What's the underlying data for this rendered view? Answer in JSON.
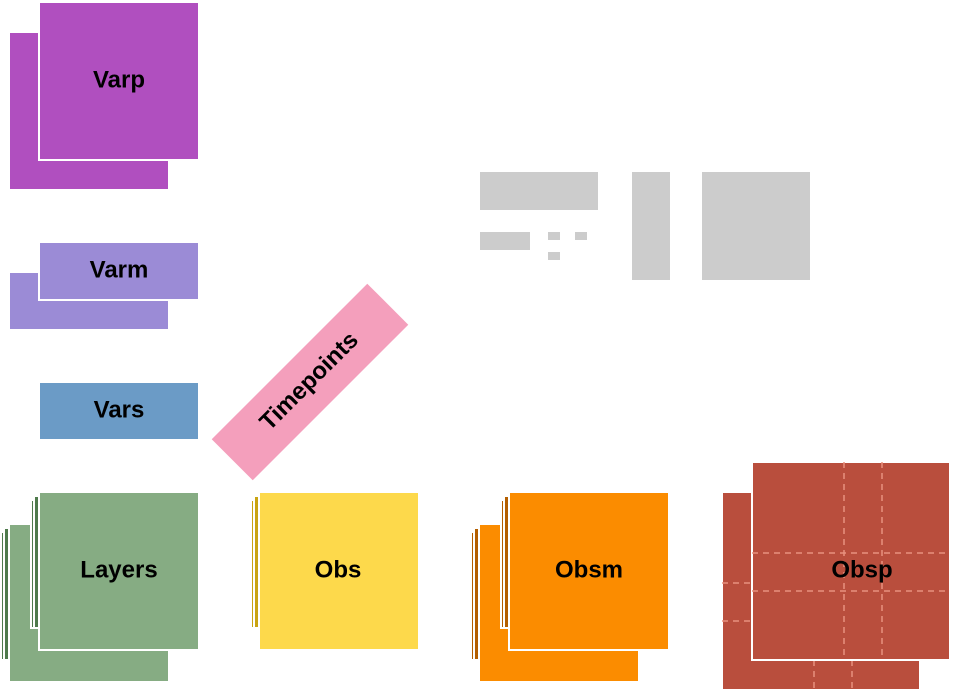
{
  "labels": {
    "varp": "Varp",
    "varm": "Varm",
    "vars": "Vars",
    "layers": "Layers",
    "obs": "Obs",
    "obsm": "Obsm",
    "obsp": "Obsp",
    "timepoints": "Timepoints"
  },
  "colors": {
    "varp": "#b04fbf",
    "varm": "#9b8bd6",
    "vars": "#6b9bc6",
    "layers": "#86ac83",
    "layers_dark": "#4f7a4c",
    "obs": "#fdd94b",
    "obs_dark": "#c9a412",
    "obsm": "#fb8c00",
    "obsm_dark": "#b45f00",
    "obsp": "#b94e3d",
    "obsp_grid": "#e8907f",
    "timepoints": "#f49fbc",
    "legend": "#cccccc"
  }
}
